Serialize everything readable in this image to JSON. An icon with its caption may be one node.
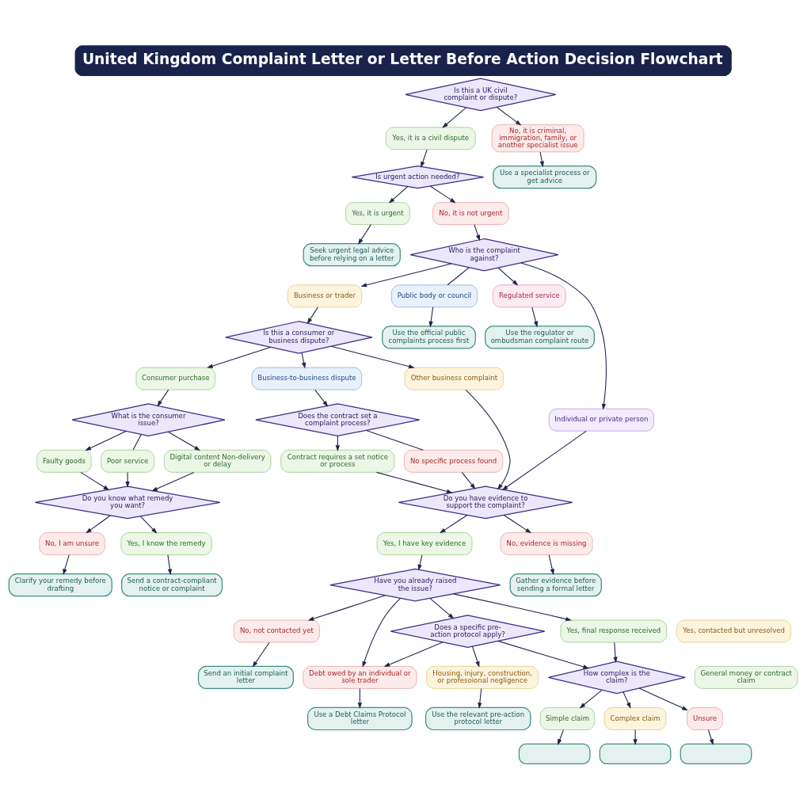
{
  "diagram": {
    "title": "United Kingdom Complaint Letter or Letter Before Action Decision Flowchart",
    "nodes": [
      {
        "text": [
          "Is this a UK civil complaint or dispute?"
        ]
      },
      {
        "text": [
          "Yes, it is a civil dispute"
        ]
      },
      {
        "text": [
          "No, it is criminal, immigration, family, or another specialist issue"
        ]
      },
      {
        "text": [
          "Use a specialist process or get advice"
        ]
      },
      {
        "text": [
          "Is urgent action needed?"
        ]
      },
      {
        "text": [
          "Yes, it is urgent"
        ]
      },
      {
        "text": [
          "No, it is not urgent"
        ]
      },
      {
        "text": [
          "Seek urgent legal advice before relying on a letter"
        ]
      },
      {
        "text": [
          "Who is the complaint against?"
        ]
      },
      {
        "text": [
          "Business or trader"
        ]
      },
      {
        "text": [
          "Public body or council"
        ]
      },
      {
        "text": [
          "Regulated service"
        ]
      },
      {
        "text": [
          "Individual or private person"
        ]
      },
      {
        "text": [
          "Use the official public complaints process first"
        ]
      },
      {
        "text": [
          "Use the regulator or ombudsman complaint route"
        ]
      },
      {
        "text": [
          "Is this a consumer or business dispute?"
        ]
      },
      {
        "text": [
          "Consumer purchase"
        ]
      },
      {
        "text": [
          "Business-to-business dispute"
        ]
      },
      {
        "text": [
          "Other business complaint"
        ]
      },
      {
        "text": [
          "What is the consumer issue?"
        ]
      },
      {
        "text": [
          "Faulty goods"
        ]
      },
      {
        "text": [
          "Poor service"
        ]
      },
      {
        "text": [
          "Digital content Non-delivery or delay"
        ]
      },
      {
        "text": [
          "Do you know what remedy you want?"
        ]
      },
      {
        "text": [
          "No, I am unsure"
        ]
      },
      {
        "text": [
          "Yes, I know the remedy"
        ]
      },
      {
        "text": [
          "Clarify your remedy before drafting"
        ]
      },
      {
        "text": [
          "Send a contract-compliant notice or complaint"
        ]
      },
      {
        "text": [
          "Does the contract set a complaint process?"
        ]
      },
      {
        "text": [
          "Contract requires a set notice or process"
        ]
      },
      {
        "text": [
          "No specific process found"
        ]
      },
      {
        "text": [
          "Do you have evidence to support the complaint?"
        ]
      },
      {
        "text": [
          "Yes, I have key evidence"
        ]
      },
      {
        "text": [
          "No, evidence is missing"
        ]
      },
      {
        "text": [
          "Gather evidence before sending a formal letter"
        ]
      },
      {
        "text": [
          "Have you already raised the issue?"
        ]
      },
      {
        "text": [
          "No, not contacted yet"
        ]
      },
      {
        "text": [
          "Yes, contacted but unresolved"
        ]
      },
      {
        "text": [
          "Yes, final response received"
        ]
      },
      {
        "text": [
          "Send an initial complaint letter"
        ]
      },
      {
        "text": [
          "Does a specific pre-action protocol apply?"
        ]
      },
      {
        "text": [
          "Debt owed by an individual or sole trader"
        ]
      },
      {
        "text": [
          "Housing, injury, construction, or profesoional negligence"
        ]
      },
      {
        "text": [
          "Use a Debt Claims Protocol letter"
        ]
      },
      {
        "text": [
          "Use the relevant pre-action protocol letter"
        ]
      },
      {
        "text": [
          "General money or contract claim"
        ]
      },
      {
        "text": [
          "How complex is the claim?"
        ]
      },
      {
        "text": [
          "Simple claim"
        ]
      },
      {
        "text": [
          "Complex claim"
        ]
      },
      {
        "text": [
          "Unsure"
        ]
      },
      {
        "text": [],
        "shape": "box"
      },
      {
        "text": [],
        "shape": "box"
      },
      {
        "text": [],
        "shape": "box"
      }
    ],
    "edges": [
      {
        "from": 0,
        "to": 1,
        "arrow": "to"
      },
      {
        "from": 0,
        "to": 2,
        "arrow": "to"
      },
      {
        "from": 2,
        "to": 3,
        "arrow": "to"
      },
      {
        "from": 1,
        "to": 4,
        "arrow": "to"
      },
      {
        "from": 4,
        "to": 5,
        "arrow": "to"
      },
      {
        "from": 4,
        "to": 6,
        "arrow": "to"
      },
      {
        "from": 5,
        "to": 7,
        "arrow": "to"
      },
      {
        "from": 6,
        "to": 8,
        "arrow": "to"
      },
      {
        "from": 8,
        "to": 9,
        "arrow": "to"
      },
      {
        "from": 8,
        "to": 10,
        "arrow": "none"
      },
      {
        "from": 8,
        "to": 11,
        "arrow": "to"
      },
      {
        "from": 8,
        "to": 12,
        "arrow": "to"
      },
      {
        "from": 10,
        "to": 13,
        "arrow": "to"
      },
      {
        "from": 11,
        "to": 14,
        "arrow": "to"
      },
      {
        "from": 9,
        "to": 15,
        "arrow": "to"
      },
      {
        "from": 15,
        "to": 16,
        "arrow": "to"
      },
      {
        "from": 15,
        "to": 17,
        "arrow": "to"
      },
      {
        "from": 15,
        "to": 18,
        "arrow": "to"
      },
      {
        "from": 16,
        "to": 19,
        "arrow": "to"
      },
      {
        "from": 19,
        "to": 20,
        "arrow": "to"
      },
      {
        "from": 19,
        "to": 21,
        "arrow": "none"
      },
      {
        "from": 19,
        "to": 22,
        "arrow": "to"
      },
      {
        "from": 20,
        "to": 23,
        "arrow": "to"
      },
      {
        "from": 21,
        "to": 23,
        "arrow": "to"
      },
      {
        "from": 22,
        "to": 23,
        "arrow": "to"
      },
      {
        "from": 23,
        "to": 24,
        "arrow": "to"
      },
      {
        "from": 23,
        "to": 25,
        "arrow": "to"
      },
      {
        "from": 24,
        "to": 26,
        "arrow": "to"
      },
      {
        "from": 25,
        "to": 27,
        "arrow": "to"
      },
      {
        "from": 17,
        "to": 28,
        "arrow": "to"
      },
      {
        "from": 28,
        "to": 29,
        "arrow": "to"
      },
      {
        "from": 28,
        "to": 30,
        "arrow": "none"
      },
      {
        "from": 30,
        "to": 31,
        "arrow": "to"
      },
      {
        "from": 29,
        "to": 31,
        "arrow": "to"
      },
      {
        "from": 18,
        "to": 31,
        "arrow": "to"
      },
      {
        "from": 12,
        "to": 31,
        "arrow": "to"
      },
      {
        "from": 31,
        "to": 32,
        "arrow": "to"
      },
      {
        "from": 31,
        "to": 33,
        "arrow": "to"
      },
      {
        "from": 33,
        "to": 34,
        "arrow": "to"
      },
      {
        "from": 32,
        "to": 35,
        "arrow": "to"
      },
      {
        "from": 35,
        "to": 36,
        "arrow": "to"
      },
      {
        "from": 35,
        "to": 41,
        "arrow": "to"
      },
      {
        "from": 35,
        "to": 40,
        "arrow": "to"
      },
      {
        "from": 35,
        "to": 38,
        "arrow": "to"
      },
      {
        "from": 36,
        "to": 39,
        "arrow": "to"
      },
      {
        "from": 40,
        "to": 41,
        "arrow": "to"
      },
      {
        "from": 40,
        "to": 42,
        "arrow": "to"
      },
      {
        "from": 41,
        "to": 43,
        "arrow": "to"
      },
      {
        "from": 42,
        "to": 44,
        "arrow": "to"
      },
      {
        "from": 38,
        "to": 46,
        "arrow": "to"
      },
      {
        "from": 40,
        "to": 46,
        "arrow": "to"
      },
      {
        "from": 46,
        "to": 47,
        "arrow": "to"
      },
      {
        "from": 46,
        "to": 48,
        "arrow": "to"
      },
      {
        "from": 46,
        "to": 49,
        "arrow": "to"
      },
      {
        "from": 47,
        "to": 50,
        "arrow": "to"
      },
      {
        "from": 48,
        "to": 51,
        "arrow": "to"
      },
      {
        "from": 49,
        "to": 52,
        "arrow": "to"
      }
    ]
  }
}
